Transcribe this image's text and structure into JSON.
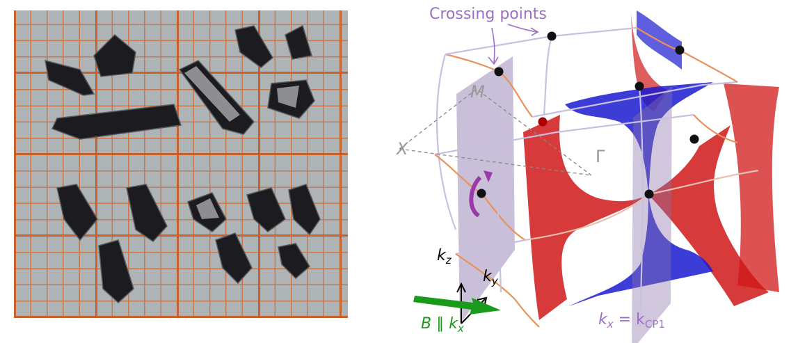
{
  "photo": {
    "subject": "crystals-on-grid"
  },
  "diagram": {
    "crossing_points_label": "Crossing points",
    "point_M": "M",
    "point_X": "X",
    "point_Gamma": "Γ",
    "axis_kz": {
      "k": "k",
      "sub": "z"
    },
    "axis_ky": {
      "k": "k",
      "sub": "y"
    },
    "field_label": {
      "text": "B ∥ k",
      "sub": "x"
    },
    "plane_label": {
      "text": "k",
      "sub1": "x",
      "eq": " = k",
      "sub2": "CP1"
    },
    "colors": {
      "red_surface": "#d01818",
      "blue_surface": "#1a1ad0",
      "plane": "#9a86b8",
      "label": "#9b6fc4",
      "arrow": "#1a9a1a"
    }
  }
}
